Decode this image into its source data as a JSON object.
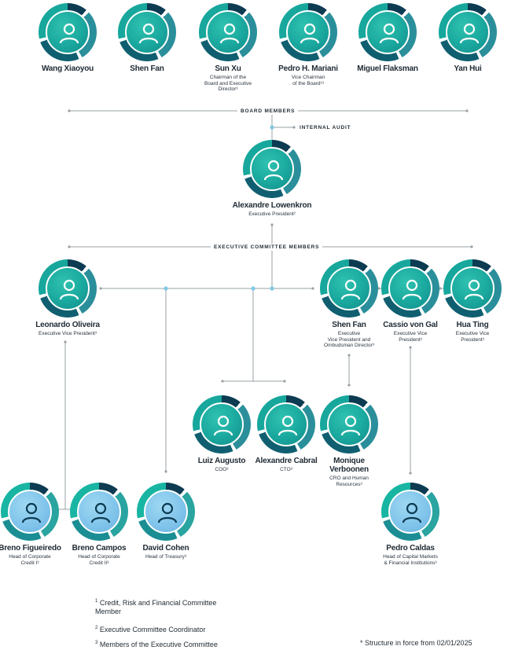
{
  "board": {
    "label": "BOARD MEMBERS",
    "members": [
      {
        "name": "Wang Xiaoyou",
        "role": ""
      },
      {
        "name": "Shen Fan",
        "role": ""
      },
      {
        "name": "Sun Xu",
        "role": "Chairman of the\nBoard and Executive\nDirector³"
      },
      {
        "name": "Pedro H. Mariani",
        "role": "Vice Chairman\nof the Board¹³"
      },
      {
        "name": "Miguel Flaksman",
        "role": ""
      },
      {
        "name": "Yan Hui",
        "role": ""
      }
    ]
  },
  "internal_audit": "INTERNAL AUDIT",
  "president": {
    "name": "Alexandre Lowenkron",
    "role": "Executive President²"
  },
  "executive_committee": {
    "label": "EXECUTIVE COMMITTEE MEMBERS",
    "members": [
      {
        "name": "Leonardo Oliveira",
        "role": "Executive Vice President³"
      },
      {
        "name": "Shen Fan",
        "role": "Executive\nVice President and\nOmbudsman Director³"
      },
      {
        "name": "Cassio von Gal",
        "role": "Executive Vice\nPresident³"
      },
      {
        "name": "Hua Ting",
        "role": "Executive Vice\nPresident³"
      }
    ]
  },
  "mid_row": [
    {
      "name": "Luiz Augusto",
      "role": "COO³"
    },
    {
      "name": "Alexandre Cabral",
      "role": "CTO³"
    },
    {
      "name": "Monique Verboonen",
      "role": "CRO and Human\nResources³"
    }
  ],
  "bottom_row": [
    {
      "name": "Breno Figueiredo",
      "role": "Head of Corporate\nCredit I³"
    },
    {
      "name": "Breno Campos",
      "role": "Head of Corporate\nCredit II³"
    },
    {
      "name": "David Cohen",
      "role": "Head of Treasury³"
    },
    {
      "name": "Pedro Caldas",
      "role": "Head of Capital Markets\n& Financial Institutions³"
    }
  ],
  "legend": [
    {
      "num": "1",
      "text": "Credit, Risk and Financial Committee Member"
    },
    {
      "num": "2",
      "text": "Executive Committee Coordinator"
    },
    {
      "num": "3",
      "text": "Members of the Executive Committee"
    }
  ],
  "note": "* Structure in force from 02/01/2025",
  "colors": {
    "line": "#9aa0a6",
    "dot": "#7fc7e6",
    "teal": "#17a79c",
    "navy": "#0c3b52",
    "light_blue": "#7fc3ea"
  }
}
